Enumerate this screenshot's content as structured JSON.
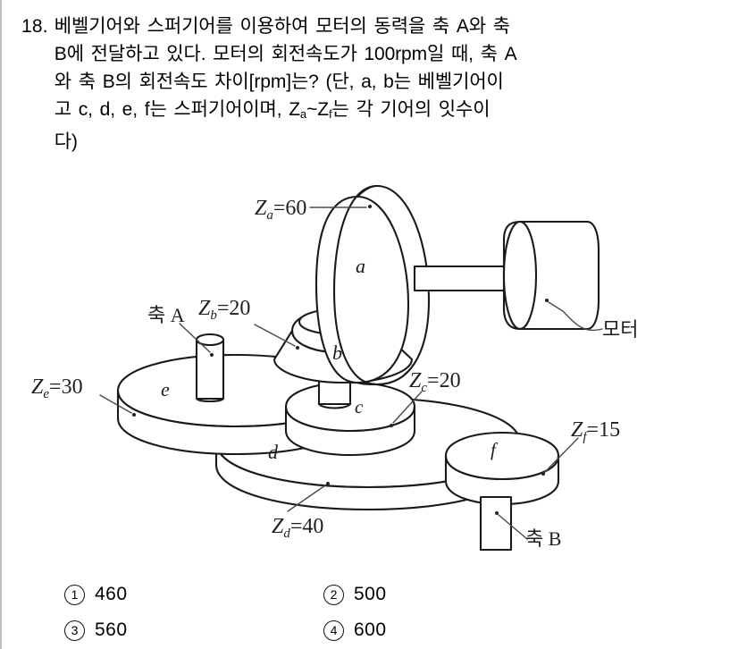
{
  "question": {
    "number": "18.",
    "lines": [
      "베벨기어와 스퍼기어를 이용하여 모터의 동력을 축 A와 축",
      "B에 전달하고 있다. 모터의 회전속도가 100rpm일 때, 축 A",
      "와 축 B의 회전속도 차이[rpm]는? (단, a, b는 베벨기어이",
      "고 c, d, e, f는 스퍼기어이며, Za~Zf는 각 기어의 잇수이",
      "다)"
    ],
    "line4_pre": "고 c, d, e, f는 스퍼기어이며, Z",
    "line4_sub1": "a",
    "line4_mid": "~Z",
    "line4_sub2": "f",
    "line4_post": "는 각 기어의 잇수이"
  },
  "figure": {
    "title": "bevel-and-spur-gear-train",
    "labels": {
      "za": "Z",
      "za_sub": "a",
      "za_val": "=60",
      "zb": "Z",
      "zb_sub": "b",
      "zb_val": "=20",
      "zc": "Z",
      "zc_sub": "c",
      "zc_val": "=20",
      "zd": "Z",
      "zd_sub": "d",
      "zd_val": "=40",
      "ze": "Z",
      "ze_sub": "e",
      "ze_val": "=30",
      "zf": "Z",
      "zf_sub": "f",
      "zf_val": "=15",
      "gear_a": "a",
      "gear_b": "b",
      "gear_c": "c",
      "gear_d": "d",
      "gear_e": "e",
      "gear_f": "f",
      "shaft_a": "축 A",
      "shaft_b": "축 B",
      "motor": "모터"
    }
  },
  "choices": [
    {
      "mark": "1",
      "text": "460"
    },
    {
      "mark": "2",
      "text": "500"
    },
    {
      "mark": "3",
      "text": "560"
    },
    {
      "mark": "4",
      "text": "600"
    }
  ]
}
